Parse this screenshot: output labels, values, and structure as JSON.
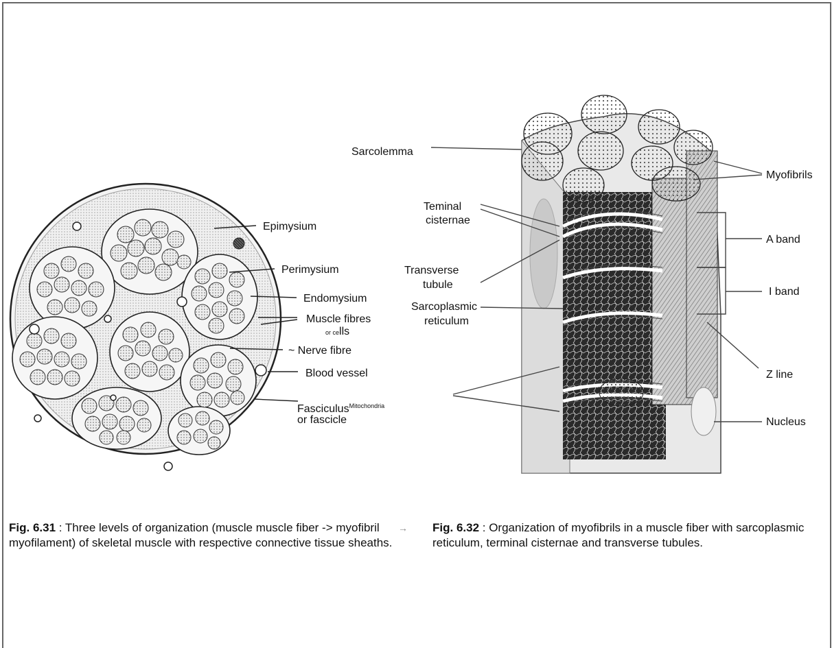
{
  "left_figure": {
    "labels": {
      "epimysium": "Epimysium",
      "perimysium": "Perimysium",
      "endomysium": "Endomysium",
      "muscle_fibres": "Muscle fibres",
      "or_cells_prefix": "or ce",
      "or_cells_suffix": "lls",
      "nerve_fibre": "~ Nerve fibre",
      "blood_vessel": "Blood vessel",
      "fasciculus": "Fasciculus",
      "mitochondria": "Mitochondria",
      "or_fascicle": "or fascicle"
    }
  },
  "right_figure": {
    "labels": {
      "sarcolemma": "Sarcolemma",
      "myofibrils": "Myofibrils",
      "terminal_1": "Teminal",
      "terminal_2": "cisternae",
      "a_band": "A band",
      "transverse_1": "Transverse",
      "transverse_2": "tubule",
      "i_band": "I band",
      "sarcoplasmic_1": "Sarcoplasmic",
      "sarcoplasmic_2": "reticulum",
      "z_line": "Z line",
      "nucleus": "Nucleus"
    }
  },
  "captions": {
    "fig31_number": "Fig. 6.31",
    "fig31_text": " : Three levels of organization (muscle muscle fiber -> myofibril myofilament) of skeletal muscle with respective connective tissue sheaths.",
    "arrow_glyph": "→",
    "fig32_number": "Fig. 6.32",
    "fig32_text": " : Organization of myofibrils in a muscle fiber with sarcoplasmic reticulum, terminal cisternae and transverse tubules."
  }
}
